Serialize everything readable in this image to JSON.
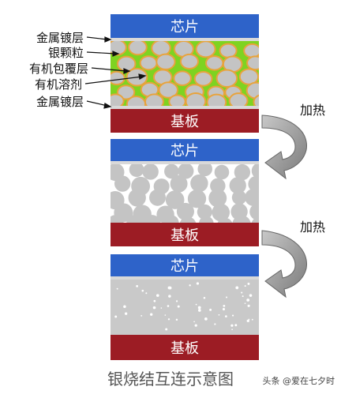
{
  "diagram": {
    "chip_label": "芯片",
    "substrate_label": "基板",
    "heat_label": "加热",
    "caption": "银烧结互连示意图",
    "watermark": "头条 @爱在七夕时",
    "annotations": [
      "金属镀层",
      "银颗粒",
      "有机包覆层",
      "有机溶剂",
      "金属镀层"
    ]
  },
  "colors": {
    "chip_blue": "#2e63c9",
    "substrate_red": "#9c1c24",
    "solvent_green": "#7ed321",
    "particle_gray": "#c4c4c4",
    "coating_orange": "#e8a33c",
    "sintered_gray": "#cfcfcf",
    "arrow_gray": "#9a9a9a"
  }
}
